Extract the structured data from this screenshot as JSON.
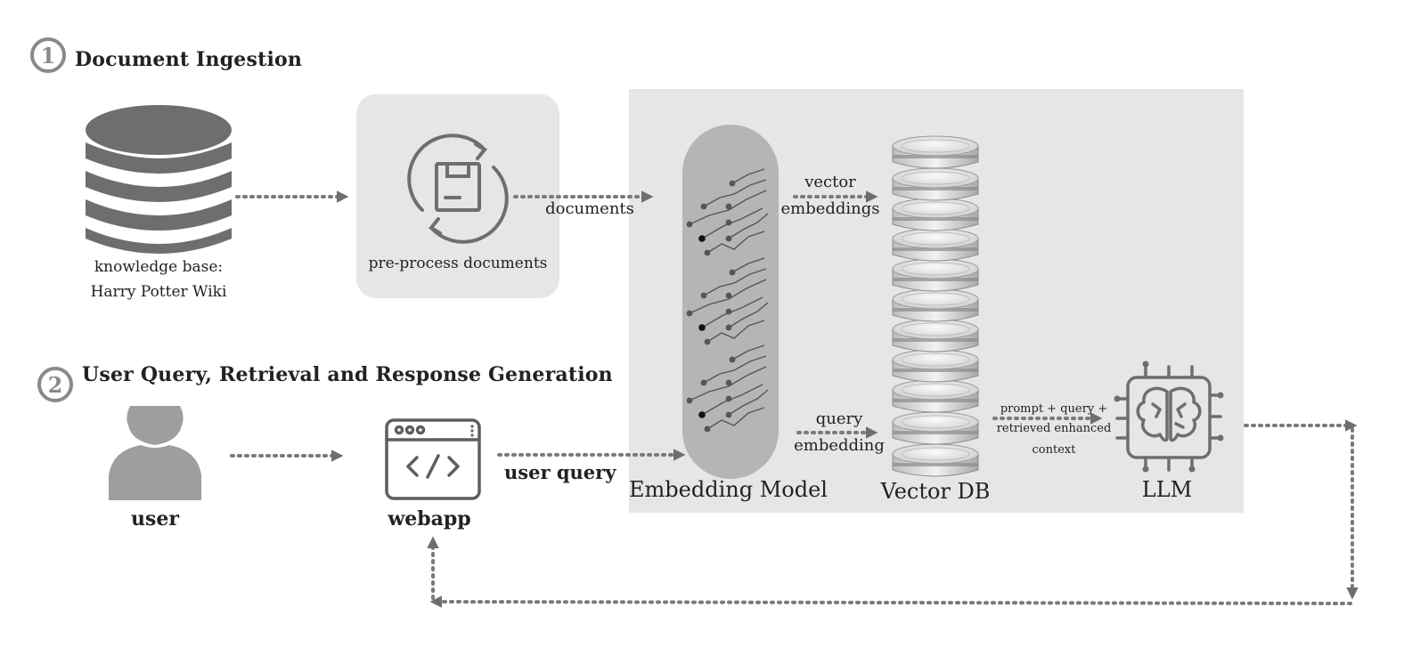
{
  "section1": {
    "number": "1",
    "title": "Document Ingestion"
  },
  "section2": {
    "number": "2",
    "title": "User Query, Retrieval and Response Generation"
  },
  "nodes": {
    "knowledge_base": {
      "line1": "knowledge base:",
      "line2": "Harry Potter Wiki"
    },
    "preprocess": {
      "label": "pre-process documents"
    },
    "embedding_model": {
      "label": "Embedding Model"
    },
    "vector_db": {
      "label": "Vector DB"
    },
    "llm": {
      "label": "LLM"
    },
    "user": {
      "label": "user"
    },
    "webapp": {
      "label": "webapp"
    }
  },
  "edges": {
    "documents": "documents",
    "vector_embeddings_1": "vector",
    "vector_embeddings_2": "embeddings",
    "query_embedding_1": "query",
    "query_embedding_2": "embedding",
    "prompt_1": "prompt + query +",
    "prompt_2": "retrieved enhanced",
    "prompt_3": "context",
    "user_query": "user query"
  },
  "colors": {
    "panel": "#e6e6e8",
    "icon_gray": "#6e6e6e",
    "arrow_gray": "#7a7a7a",
    "silhouette": "#9e9e9e",
    "embedding_pill": "#b5b5b5"
  }
}
